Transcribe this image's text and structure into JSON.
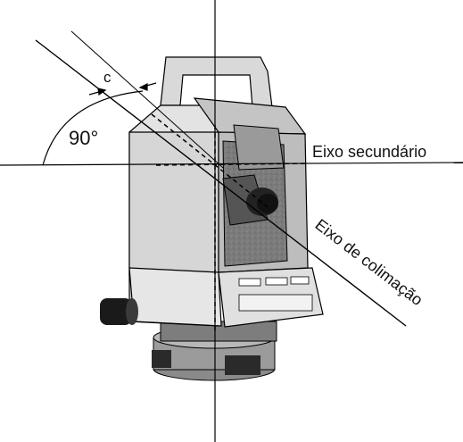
{
  "labels": {
    "angle": "90°",
    "collimation_error": "c",
    "secondary_axis": "Eixo secundário",
    "collimation_axis": "Eixo de colimação"
  },
  "colors": {
    "body_light": "#e6e6e6",
    "body_mid": "#cfcfcf",
    "body_dark": "#8f8f8f",
    "base_dark": "#6e6e6e",
    "knob": "#1a1a1a",
    "line": "#000000"
  }
}
